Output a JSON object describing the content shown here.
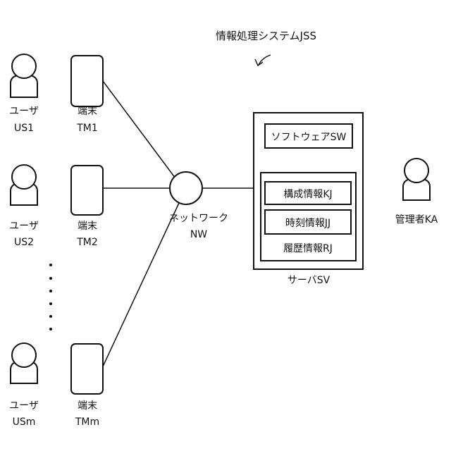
{
  "system": {
    "label": "情報処理システムJSS"
  },
  "users": [
    {
      "role": "ユーザ",
      "id": "US1"
    },
    {
      "role": "ユーザ",
      "id": "US2"
    },
    {
      "role": "ユーザ",
      "id": "USm"
    }
  ],
  "terminals": [
    {
      "role": "端末",
      "id": "TM1"
    },
    {
      "role": "端末",
      "id": "TM2"
    },
    {
      "role": "端末",
      "id": "TMm"
    }
  ],
  "network": {
    "name": "ネットワーク",
    "id": "NW"
  },
  "server": {
    "label": "サーバSV",
    "software": "ソフトウェアSW",
    "config_info": "構成情報KJ",
    "time_info": "時刻情報JJ",
    "history_info": "履歴情報RJ"
  },
  "admin": {
    "label": "管理者KA"
  }
}
